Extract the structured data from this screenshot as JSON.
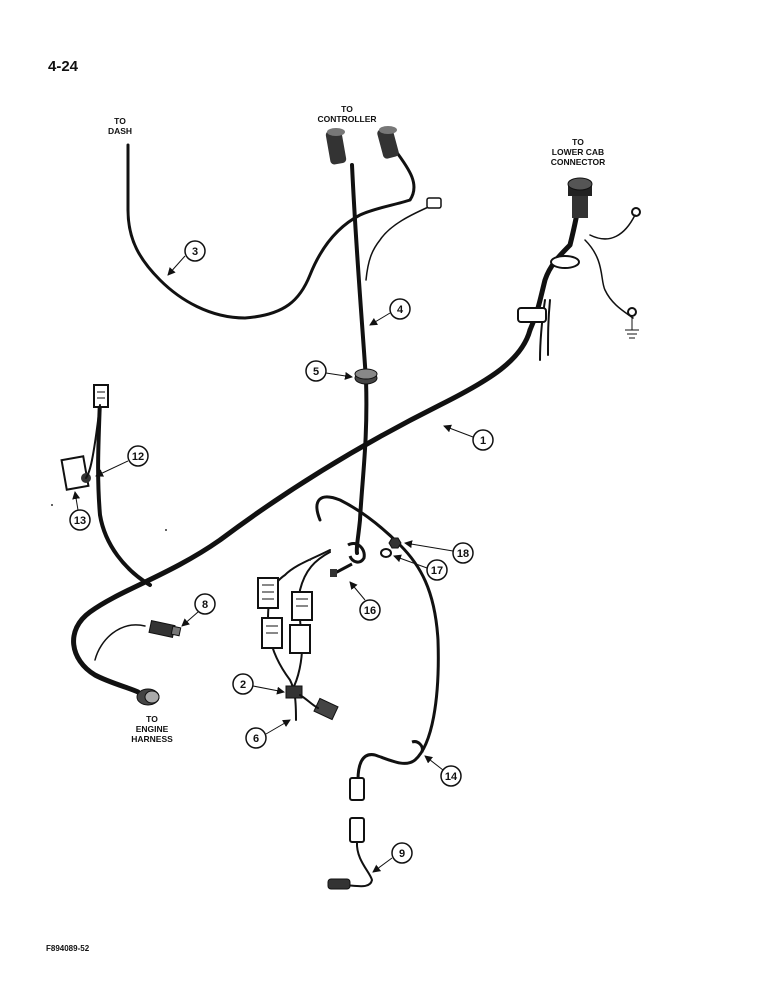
{
  "page": {
    "page_number": "4-24",
    "figure_code": "F894089-52"
  },
  "labels": {
    "dash": [
      "TO",
      "DASH"
    ],
    "controller": [
      "TO",
      "CONTROLLER"
    ],
    "lower_cab": [
      "TO",
      "LOWER CAB",
      "CONNECTOR"
    ],
    "engine": [
      "TO",
      "ENGINE",
      "HARNESS"
    ]
  },
  "callouts": [
    "1",
    "2",
    "3",
    "4",
    "5",
    "6",
    "8",
    "9",
    "12",
    "13",
    "14",
    "16",
    "17",
    "18"
  ]
}
